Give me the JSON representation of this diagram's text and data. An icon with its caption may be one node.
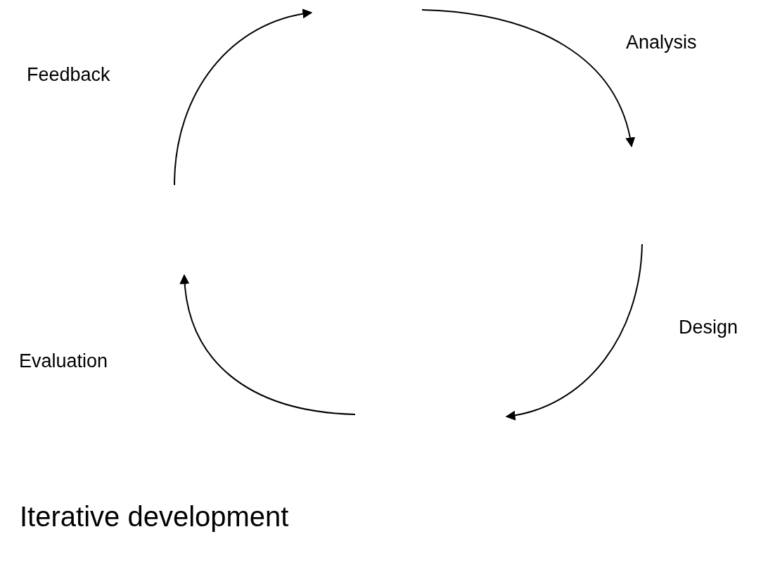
{
  "diagram": {
    "caption": "Iterative development",
    "labels": [
      "Analysis",
      "Feedback",
      "Design",
      "Evaluation"
    ]
  }
}
